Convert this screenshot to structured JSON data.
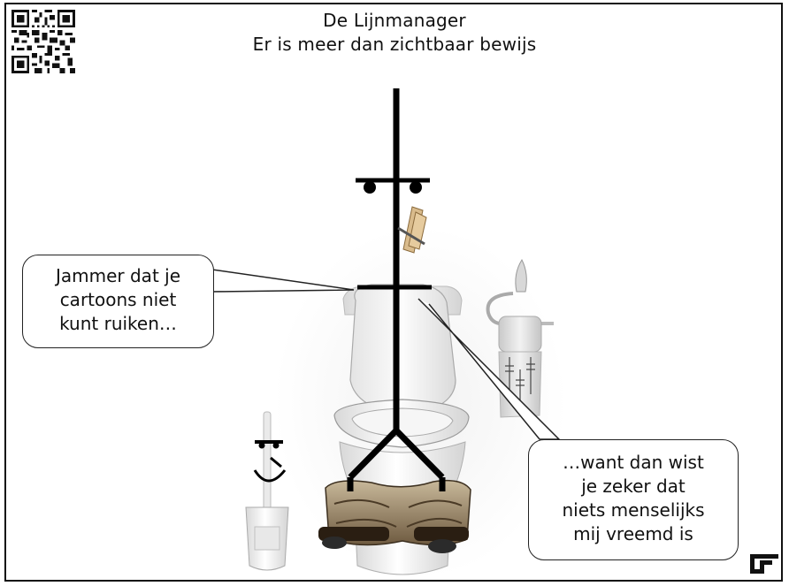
{
  "title": {
    "line1": "De Lijnmanager",
    "line2": "Er is meer dan zichtbaar bewijs"
  },
  "bubble_left": {
    "lines": [
      "Jammer dat je",
      "cartoons niet",
      "kunt ruiken…"
    ]
  },
  "bubble_right": {
    "lines": [
      "…want dan wist",
      "je zeker dat",
      "niets menselijks",
      "mij vreemd is"
    ]
  },
  "icons": {
    "qr": "qr-code-icon",
    "logo": "lijnmanager-logo-icon"
  }
}
